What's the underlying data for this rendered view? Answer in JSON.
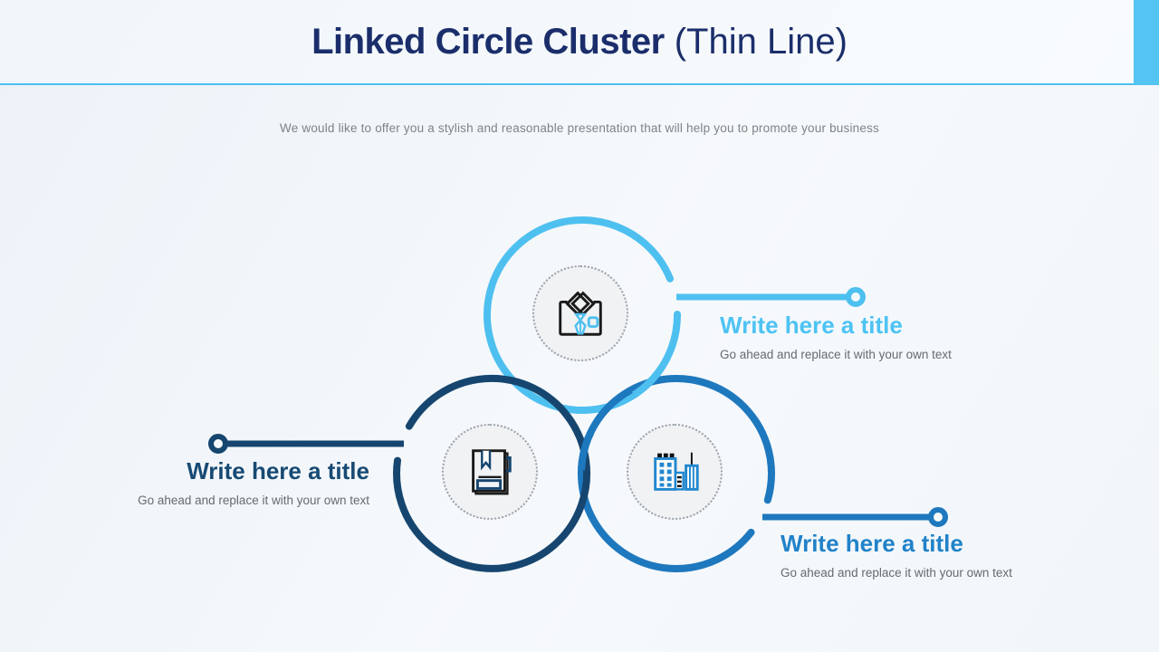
{
  "slide": {
    "title": "Linked Circle Cluster",
    "title_suffix": "(Thin Line)",
    "subtitle": "We would like to offer you a stylish and reasonable presentation that will help you to promote your business"
  },
  "clusters": [
    {
      "position": "top",
      "icon": "shirt-tie-icon",
      "circle_color": "#4EC0F0",
      "title": "Write here a title",
      "description": "Go ahead and replace it with your own text"
    },
    {
      "position": "bottom-left",
      "icon": "notebook-icon",
      "circle_color": "#16466F",
      "title": "Write here a title",
      "description": "Go ahead and replace it with your own text"
    },
    {
      "position": "bottom-right",
      "icon": "buildings-icon",
      "circle_color": "#1E78BE",
      "title": "Write here a title",
      "description": "Go ahead and replace it with your own text"
    }
  ],
  "colors": {
    "accent_bar": "#54C4F2",
    "header_rule": "#4EC0F0",
    "title_navy": "#1B2E6B",
    "subtitle_gray": "#7e8388",
    "icon_disc_bg": "#f1f2f4"
  }
}
